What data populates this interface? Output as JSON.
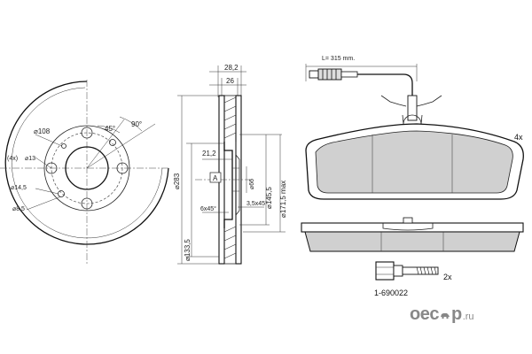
{
  "disc_front": {
    "pcd": "⌀108",
    "angle_45": "45°",
    "angle_90": "90°",
    "holes_4x": "(4x)",
    "hole_13": "⌀13",
    "hole_14_5": "⌀14,5",
    "hole_8_5": "⌀8,5"
  },
  "disc_section": {
    "width_total": "28,2",
    "width_min": "26",
    "outer_dia": "⌀283",
    "hat_dia": "⌀133,5",
    "height": "21,2",
    "letter_a": "A",
    "bore": "⌀66",
    "chamfer_left": "6x45°",
    "chamfer_right": "3,5x45°",
    "inner_dia": "⌀145,5",
    "max_dia": "⌀171,5 max"
  },
  "sensor": {
    "length": "L= 315 mm."
  },
  "pads": {
    "qty": "4x"
  },
  "bolt": {
    "qty": "2x",
    "part_no": "1-690022"
  },
  "watermark": {
    "brand": "oec",
    "brand2": "p",
    "tld": ".ru",
    "accent": "#888888"
  }
}
